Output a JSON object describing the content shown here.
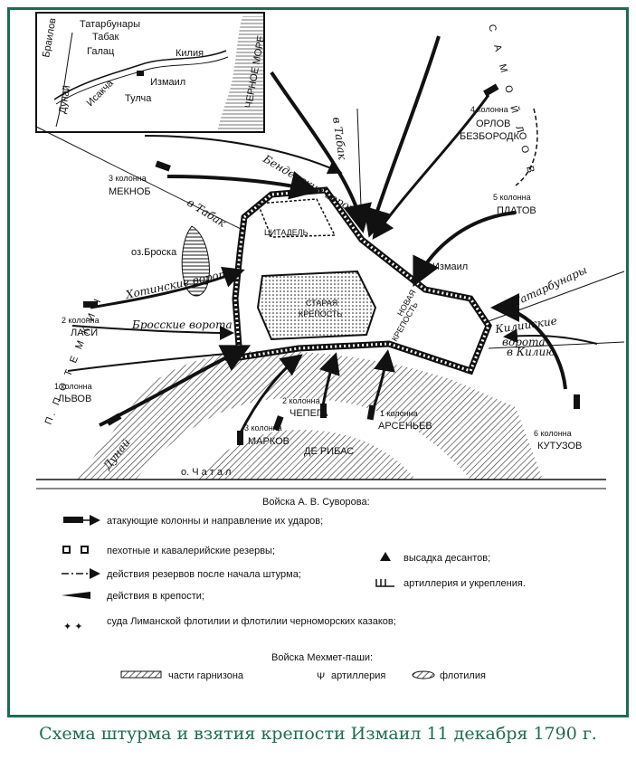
{
  "caption": "Схема штурма и взятия крепости Измаил 11 декабря 1790 г.",
  "inset": {
    "places": [
      "Татарбунары",
      "Табак",
      "Галац",
      "Килия",
      "Измаил",
      "Тулча",
      "Исакча",
      "Браилов",
      "Дунай",
      "ЧЕРНОЕ МОРЕ"
    ]
  },
  "map_labels": {
    "city": "Измаил",
    "citadel": "ЦИТАДЕЛЬ",
    "old_fortress_1": "СТАРАЯ",
    "old_fortress_2": "КРЕПОСТЬ",
    "new_fortress_1": "НОВАЯ",
    "new_fortress_2": "КРЕПОСТЬ",
    "bendery_gate": "Бендерские ворота",
    "khotin_gate": "Хотинские ворота",
    "brosska_gate": "Бросские ворота",
    "kiliya_gate_1": "Килийские",
    "kiliya_gate_2": "ворота",
    "to_tabak_1": "в Табак",
    "to_tabak_2": "в Табак",
    "to_tatarbunary": "в Татарбунары",
    "to_kiliya": "в Килию",
    "lake": "оз.Броска",
    "danube": "Дунай",
    "island": "о. Ч а т а л",
    "de_ribas": "ДЕ РИБАС",
    "potemkin": "П. П О Т Е М К И Н",
    "samoilov": "С А М О Й Л О В"
  },
  "columns": [
    {
      "n": "4 колонна",
      "name": "ОРЛОВ",
      "extra": "БЕЗБОРОДКО"
    },
    {
      "n": "5 колонна",
      "name": "ПЛАТОВ"
    },
    {
      "n": "3 колонна",
      "name": "МЕКНОБ"
    },
    {
      "n": "2 колонна",
      "name": "ЛАСИ"
    },
    {
      "n": "1 колонна",
      "name": "ЛЬВОВ"
    },
    {
      "n": "2 колонна",
      "name": "ЧЕПЕГА"
    },
    {
      "n": "1 колонна",
      "name": "АРСЕНЬЕВ"
    },
    {
      "n": "3 колонна",
      "name": "МАРКОВ"
    },
    {
      "n": "6 колонна",
      "name": "КУТУЗОВ"
    }
  ],
  "legend": {
    "title": "Войска А. В. Суворова:",
    "items": [
      "атакующие колонны и направление их ударов;",
      "пехотные и кавалерийские резервы;",
      "действия резервов после начала штурма;",
      "действия в крепости;",
      "суда Лиманской флотилии и флотилии черноморских казаков;"
    ],
    "right_items": [
      "высадка десантов;",
      "артиллерия и укрепления."
    ],
    "enemy_title": "Войска Мехмет-паши:",
    "enemy_items": [
      "части гарнизона",
      "артиллерия",
      "флотилия"
    ]
  },
  "colors": {
    "frame": "#1e6b52",
    "caption": "#1e6b52",
    "ink": "#111111"
  }
}
